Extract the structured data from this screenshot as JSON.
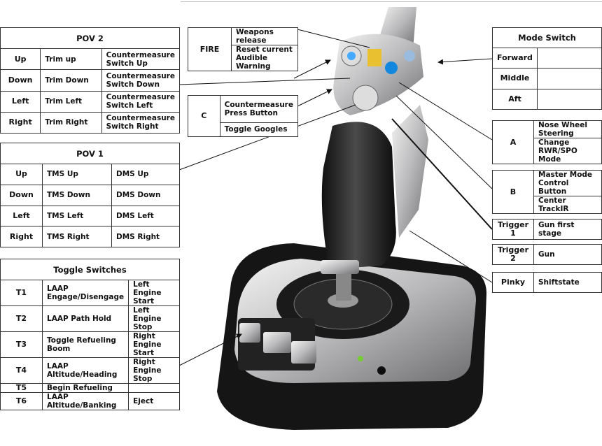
{
  "pov2": {
    "title": "POV 2",
    "rows": [
      {
        "key": "Up",
        "a": "Trim up",
        "b": "Countermeasure Switch Up"
      },
      {
        "key": "Down",
        "a": "Trim Down",
        "b": "Countermeasure Switch Down"
      },
      {
        "key": "Left",
        "a": "Trim Left",
        "b": "Countermeasure Switch Left"
      },
      {
        "key": "Right",
        "a": "Trim Right",
        "b": "Countermeasure Switch Right"
      }
    ]
  },
  "pov1": {
    "title": "POV 1",
    "rows": [
      {
        "key": "Up",
        "a": "TMS Up",
        "b": "DMS Up"
      },
      {
        "key": "Down",
        "a": "TMS Down",
        "b": "DMS Down"
      },
      {
        "key": "Left",
        "a": "TMS Left",
        "b": "DMS Left"
      },
      {
        "key": "Right",
        "a": "TMS Right",
        "b": "DMS Right"
      }
    ]
  },
  "toggle": {
    "title": "Toggle Switches",
    "rows": [
      {
        "key": "T1",
        "a": "LAAP Engage/Disengage",
        "b": "Left Engine Start"
      },
      {
        "key": "T2",
        "a": "LAAP Path Hold",
        "b": "Left Engine Stop"
      },
      {
        "key": "T3",
        "a": "Toggle Refueling Boom",
        "b": "Right Engine Start"
      },
      {
        "key": "T4",
        "a": "LAAP Altitude/Heading",
        "b": "Right Engine Stop"
      },
      {
        "key": "T5",
        "a": "Begin Refueling",
        "b": ""
      },
      {
        "key": "T6",
        "a": "LAAP Altitude/Banking",
        "b": "Eject"
      }
    ]
  },
  "fire": {
    "key": "FIRE",
    "a": "Weapons release",
    "b": "Reset current Audible Warning"
  },
  "c": {
    "key": "C",
    "a": "Countermeasure Press Button",
    "b": "Toggle Googles"
  },
  "mode": {
    "title": "Mode Switch",
    "rows": [
      {
        "key": "Forward"
      },
      {
        "key": "Middle"
      },
      {
        "key": "Aft"
      }
    ]
  },
  "a": {
    "key": "A",
    "a": "Nose Wheel Steering",
    "b": "Change RWR/SPO Mode"
  },
  "b": {
    "key": "B",
    "a": "Master Mode Control Button",
    "b": "Center TrackIR"
  },
  "trigger1": {
    "key": "Trigger 1",
    "a": "Gun first stage"
  },
  "trigger2": {
    "key": "Trigger 2",
    "a": "Gun"
  },
  "pinky": {
    "key": "Pinky",
    "a": "Shiftstate"
  }
}
